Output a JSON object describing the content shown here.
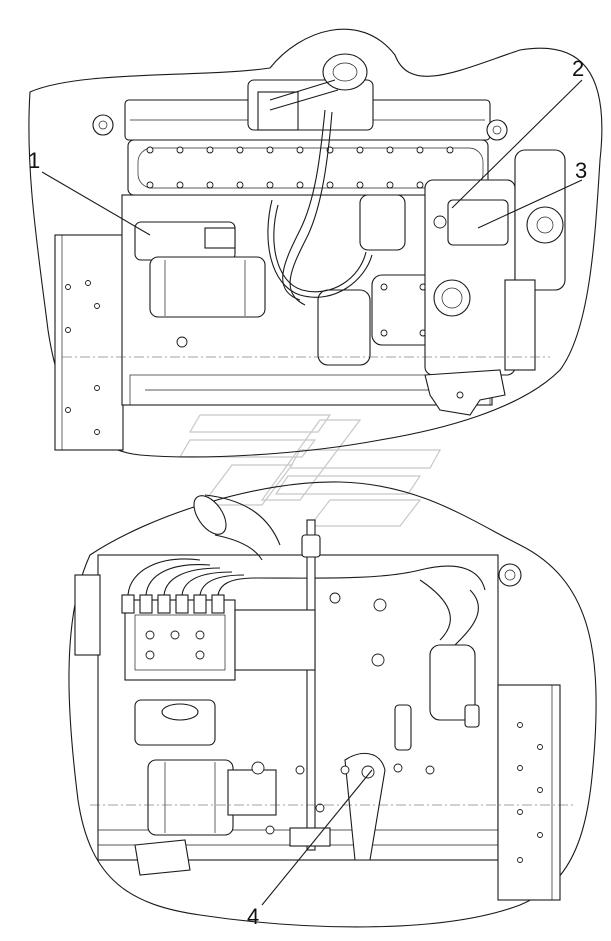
{
  "callouts": [
    {
      "id": "1",
      "label": "1"
    },
    {
      "id": "2",
      "label": "2"
    },
    {
      "id": "3",
      "label": "3"
    },
    {
      "id": "4",
      "label": "4"
    }
  ],
  "colors": {
    "line": "#1a1a1a",
    "background": "#ffffff",
    "watermark": "#c8c8c8"
  }
}
